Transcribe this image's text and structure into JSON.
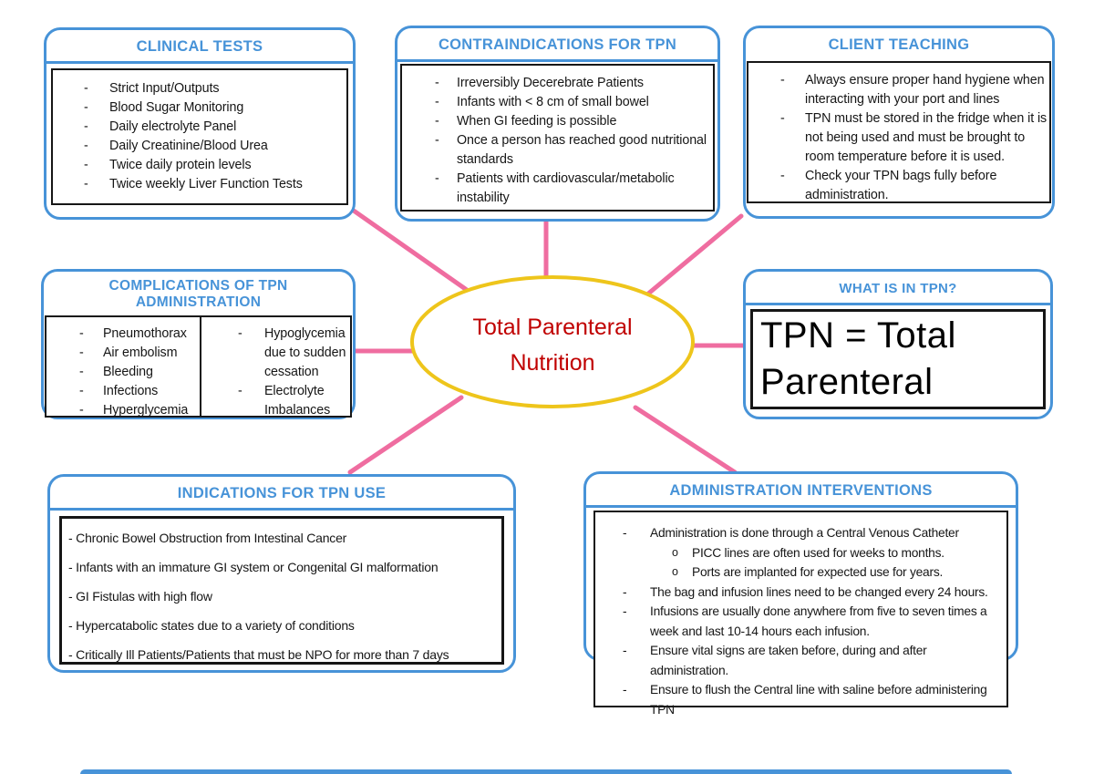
{
  "document_title": "Total Parenteral Nutrition concept map",
  "colors": {
    "box_border_blue": "#4793d8",
    "title_text_blue": "#4793d8",
    "connector_pink": "#ef6da0",
    "ellipse_gold": "#eec51b",
    "center_text_red": "#c00000",
    "body_text": "#161616"
  },
  "center": {
    "line1": "Total Parenteral",
    "line2": "Nutrition"
  },
  "boxes": {
    "clinical_tests": {
      "title": "CLINICAL TESTS",
      "items": [
        "Strict Input/Outputs",
        "Blood Sugar Monitoring",
        "Daily electrolyte Panel",
        "Daily Creatinine/Blood Urea",
        "Twice daily protein levels",
        "Twice weekly Liver Function Tests"
      ]
    },
    "contraindications": {
      "title": "CONTRAINDICATIONS FOR TPN",
      "items": [
        "Irreversibly Decerebrate Patients",
        "Infants with < 8 cm of small bowel",
        "When GI feeding is possible",
        "Once a person has reached good nutritional standards",
        "Patients with cardiovascular/metabolic instability"
      ]
    },
    "client_teaching": {
      "title": "CLIENT TEACHING",
      "items": [
        "Always ensure proper hand hygiene when interacting with your port and lines",
        "TPN must be stored in the fridge when it is not being used and must be brought to room temperature before it is used.",
        "Check your TPN bags fully before administration."
      ]
    },
    "complications": {
      "title_line1": "COMPLICATIONS OF TPN",
      "title_line2": "ADMINISTRATION",
      "left_items": [
        "Pneumothorax",
        "Air embolism",
        "Bleeding",
        "Infections",
        "Hyperglycemia"
      ],
      "right_items": [
        "Hypoglycemia due to sudden cessation",
        "Electrolyte Imbalances"
      ]
    },
    "what_is_in_tpn": {
      "title": "WHAT IS IN TPN?",
      "body_line1": "TPN = Total",
      "body_line2": "Parenteral"
    },
    "indications": {
      "title": "INDICATIONS FOR TPN USE",
      "items": [
        "Chronic Bowel Obstruction from Intestinal Cancer",
        "Infants with an immature GI system or Congenital GI malformation",
        "GI Fistulas with high flow",
        "Hypercatabolic states due to a variety of conditions",
        "Critically Ill Patients/Patients that must be NPO for more than 7 days"
      ]
    },
    "administration": {
      "title": "ADMINISTRATION INTERVENTIONS",
      "items": [
        "Administration is done through a Central Venous Catheter",
        "The bag and infusion lines need to be changed every 24 hours.",
        "Infusions are usually done anywhere from five to seven times a week and last 10-14 hours each infusion.",
        "Ensure vital signs are taken before, during and after administration.",
        "Ensure to flush the Central line with saline before administering TPN"
      ],
      "sub_items": [
        "PICC lines are often used for weeks to months.",
        "Ports are implanted for expected use for years."
      ]
    }
  }
}
